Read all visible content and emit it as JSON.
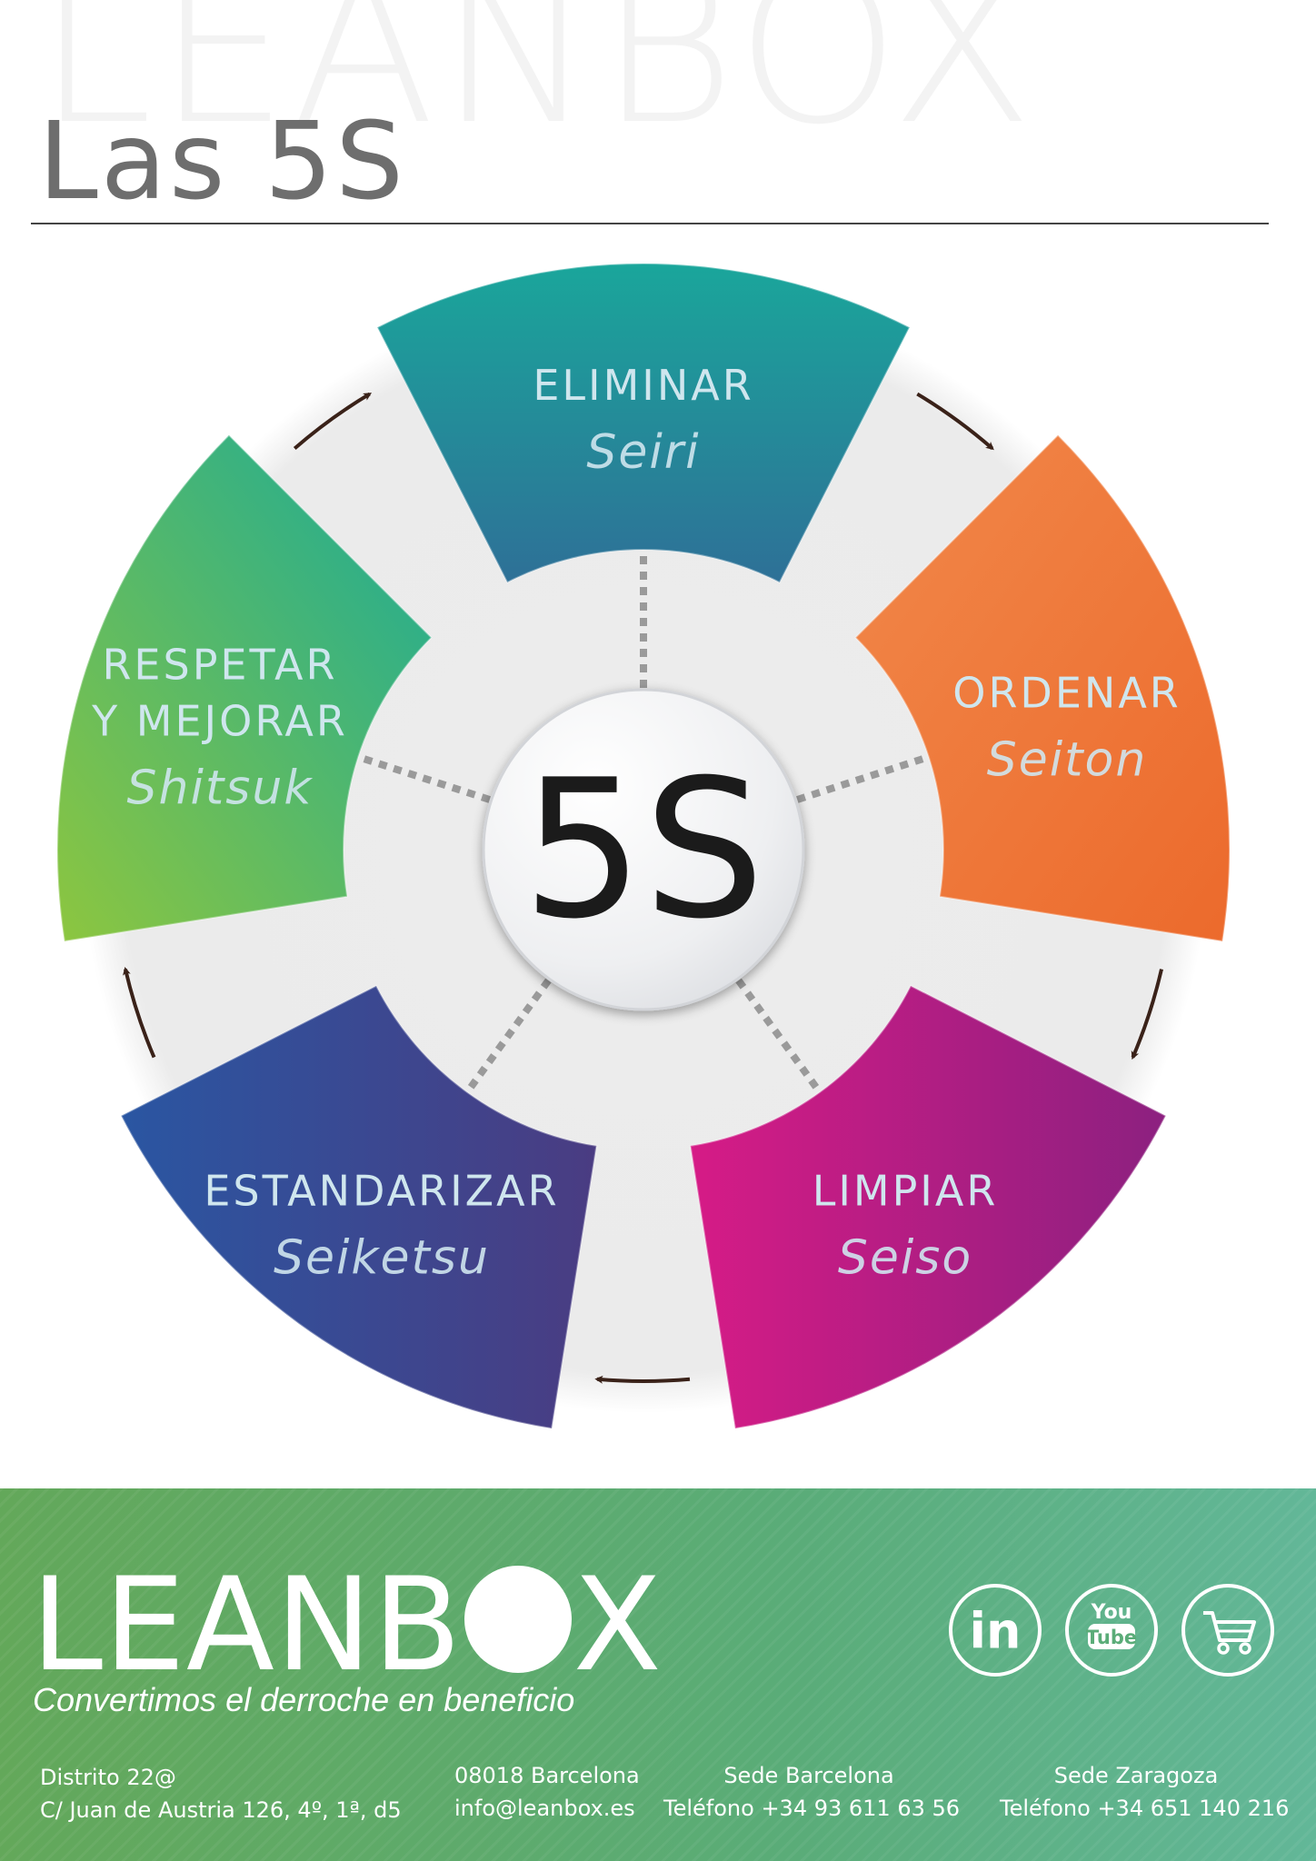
{
  "watermark": "LEANBOX",
  "title": "Las 5S",
  "center_label": "5S",
  "stages": [
    {
      "name": "ELIMINAR",
      "jp": "Seiri",
      "color_start": "#1aa69b",
      "color_end": "#2e7097"
    },
    {
      "name": "ORDENAR",
      "jp": "Seiton",
      "color_start": "#f1884a",
      "color_end": "#ec6a2c"
    },
    {
      "name": "LIMPIAR",
      "jp": "Seiso",
      "color_start": "#d61b86",
      "color_end": "#8c2080"
    },
    {
      "name": "ESTANDARIZAR",
      "jp": "Seiketsu",
      "color_start": "#2a56a2",
      "color_end": "#4a3c82"
    },
    {
      "name": "RESPETAR",
      "name2": "Y MEJORAR",
      "jp": "Shitsuk",
      "color_start": "#8dc63f",
      "color_end": "#1aaa98"
    }
  ],
  "colors": {
    "arrow": "#3a2219",
    "dots": "#9a9a9a",
    "backdrop": "#ececec",
    "label_sans": "#cfe6ee",
    "center_text": "#1b1b1b"
  },
  "footer": {
    "logo": "LEANBOX",
    "logo_parts": [
      "LEANB",
      "X"
    ],
    "tagline": "Convertimos el derroche en beneficio",
    "social_icons": [
      "linkedin-icon",
      "youtube-icon",
      "cart-icon"
    ],
    "linkedin_text": "in",
    "youtube_text": [
      "You",
      "Tube"
    ],
    "address": [
      "Distrito 22@",
      "C/ Juan de Austria 126, 4º, 1ª, d5"
    ],
    "contact": [
      "08018 Barcelona",
      "info@leanbox.es"
    ],
    "sede_barcelona": [
      "Sede Barcelona",
      "Teléfono +34 93 611 63 56"
    ],
    "sede_zaragoza": [
      "Sede Zaragoza",
      "Teléfono +34 651 140 216"
    ]
  }
}
